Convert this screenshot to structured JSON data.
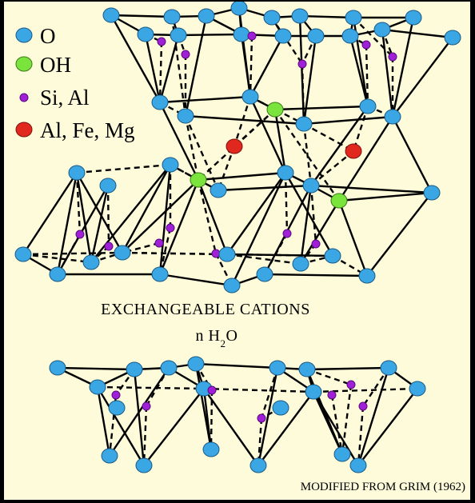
{
  "legend": {
    "items": [
      {
        "label": "O",
        "color": "#3aa7e4"
      },
      {
        "label": "OH",
        "color": "#7be43c"
      },
      {
        "label": "Si, Al",
        "color": "#a020d8"
      },
      {
        "label": "Al, Fe, Mg",
        "color": "#e0281e"
      }
    ]
  },
  "caption": {
    "line1": "EXCHANGEABLE  CATIONS",
    "line2_prefix": "n H",
    "line2_sub": "2",
    "line2_suffix": "O"
  },
  "credit": "MODIFIED FROM GRIM (1962)",
  "colors": {
    "background": "#fdfbd9",
    "border": "#000000",
    "oxygen": "#3aa7e4",
    "hydroxyl": "#7be43c",
    "silicon": "#a020d8",
    "octahedral": "#e0281e"
  }
}
